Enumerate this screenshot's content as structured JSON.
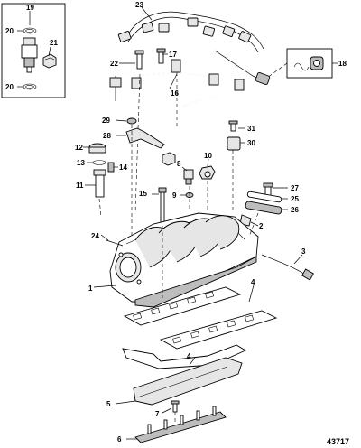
{
  "reference_number": "43717",
  "callouts": {
    "c1": "1",
    "c2": "2",
    "c3": "3",
    "c4a": "4",
    "c4b": "4",
    "c5": "5",
    "c6": "6",
    "c7": "7",
    "c8": "8",
    "c9": "9",
    "c10": "10",
    "c11": "11",
    "c12": "12",
    "c13": "13",
    "c14": "14",
    "c15": "15",
    "c16": "16",
    "c17": "17",
    "c18": "18",
    "c19": "19",
    "c20a": "20",
    "c20b": "20",
    "c21": "21",
    "c22": "22",
    "c23": "23",
    "c24": "24",
    "c25": "25",
    "c26": "26",
    "c27": "27",
    "c28": "28",
    "c29": "29",
    "c30": "30",
    "c31": "31"
  }
}
